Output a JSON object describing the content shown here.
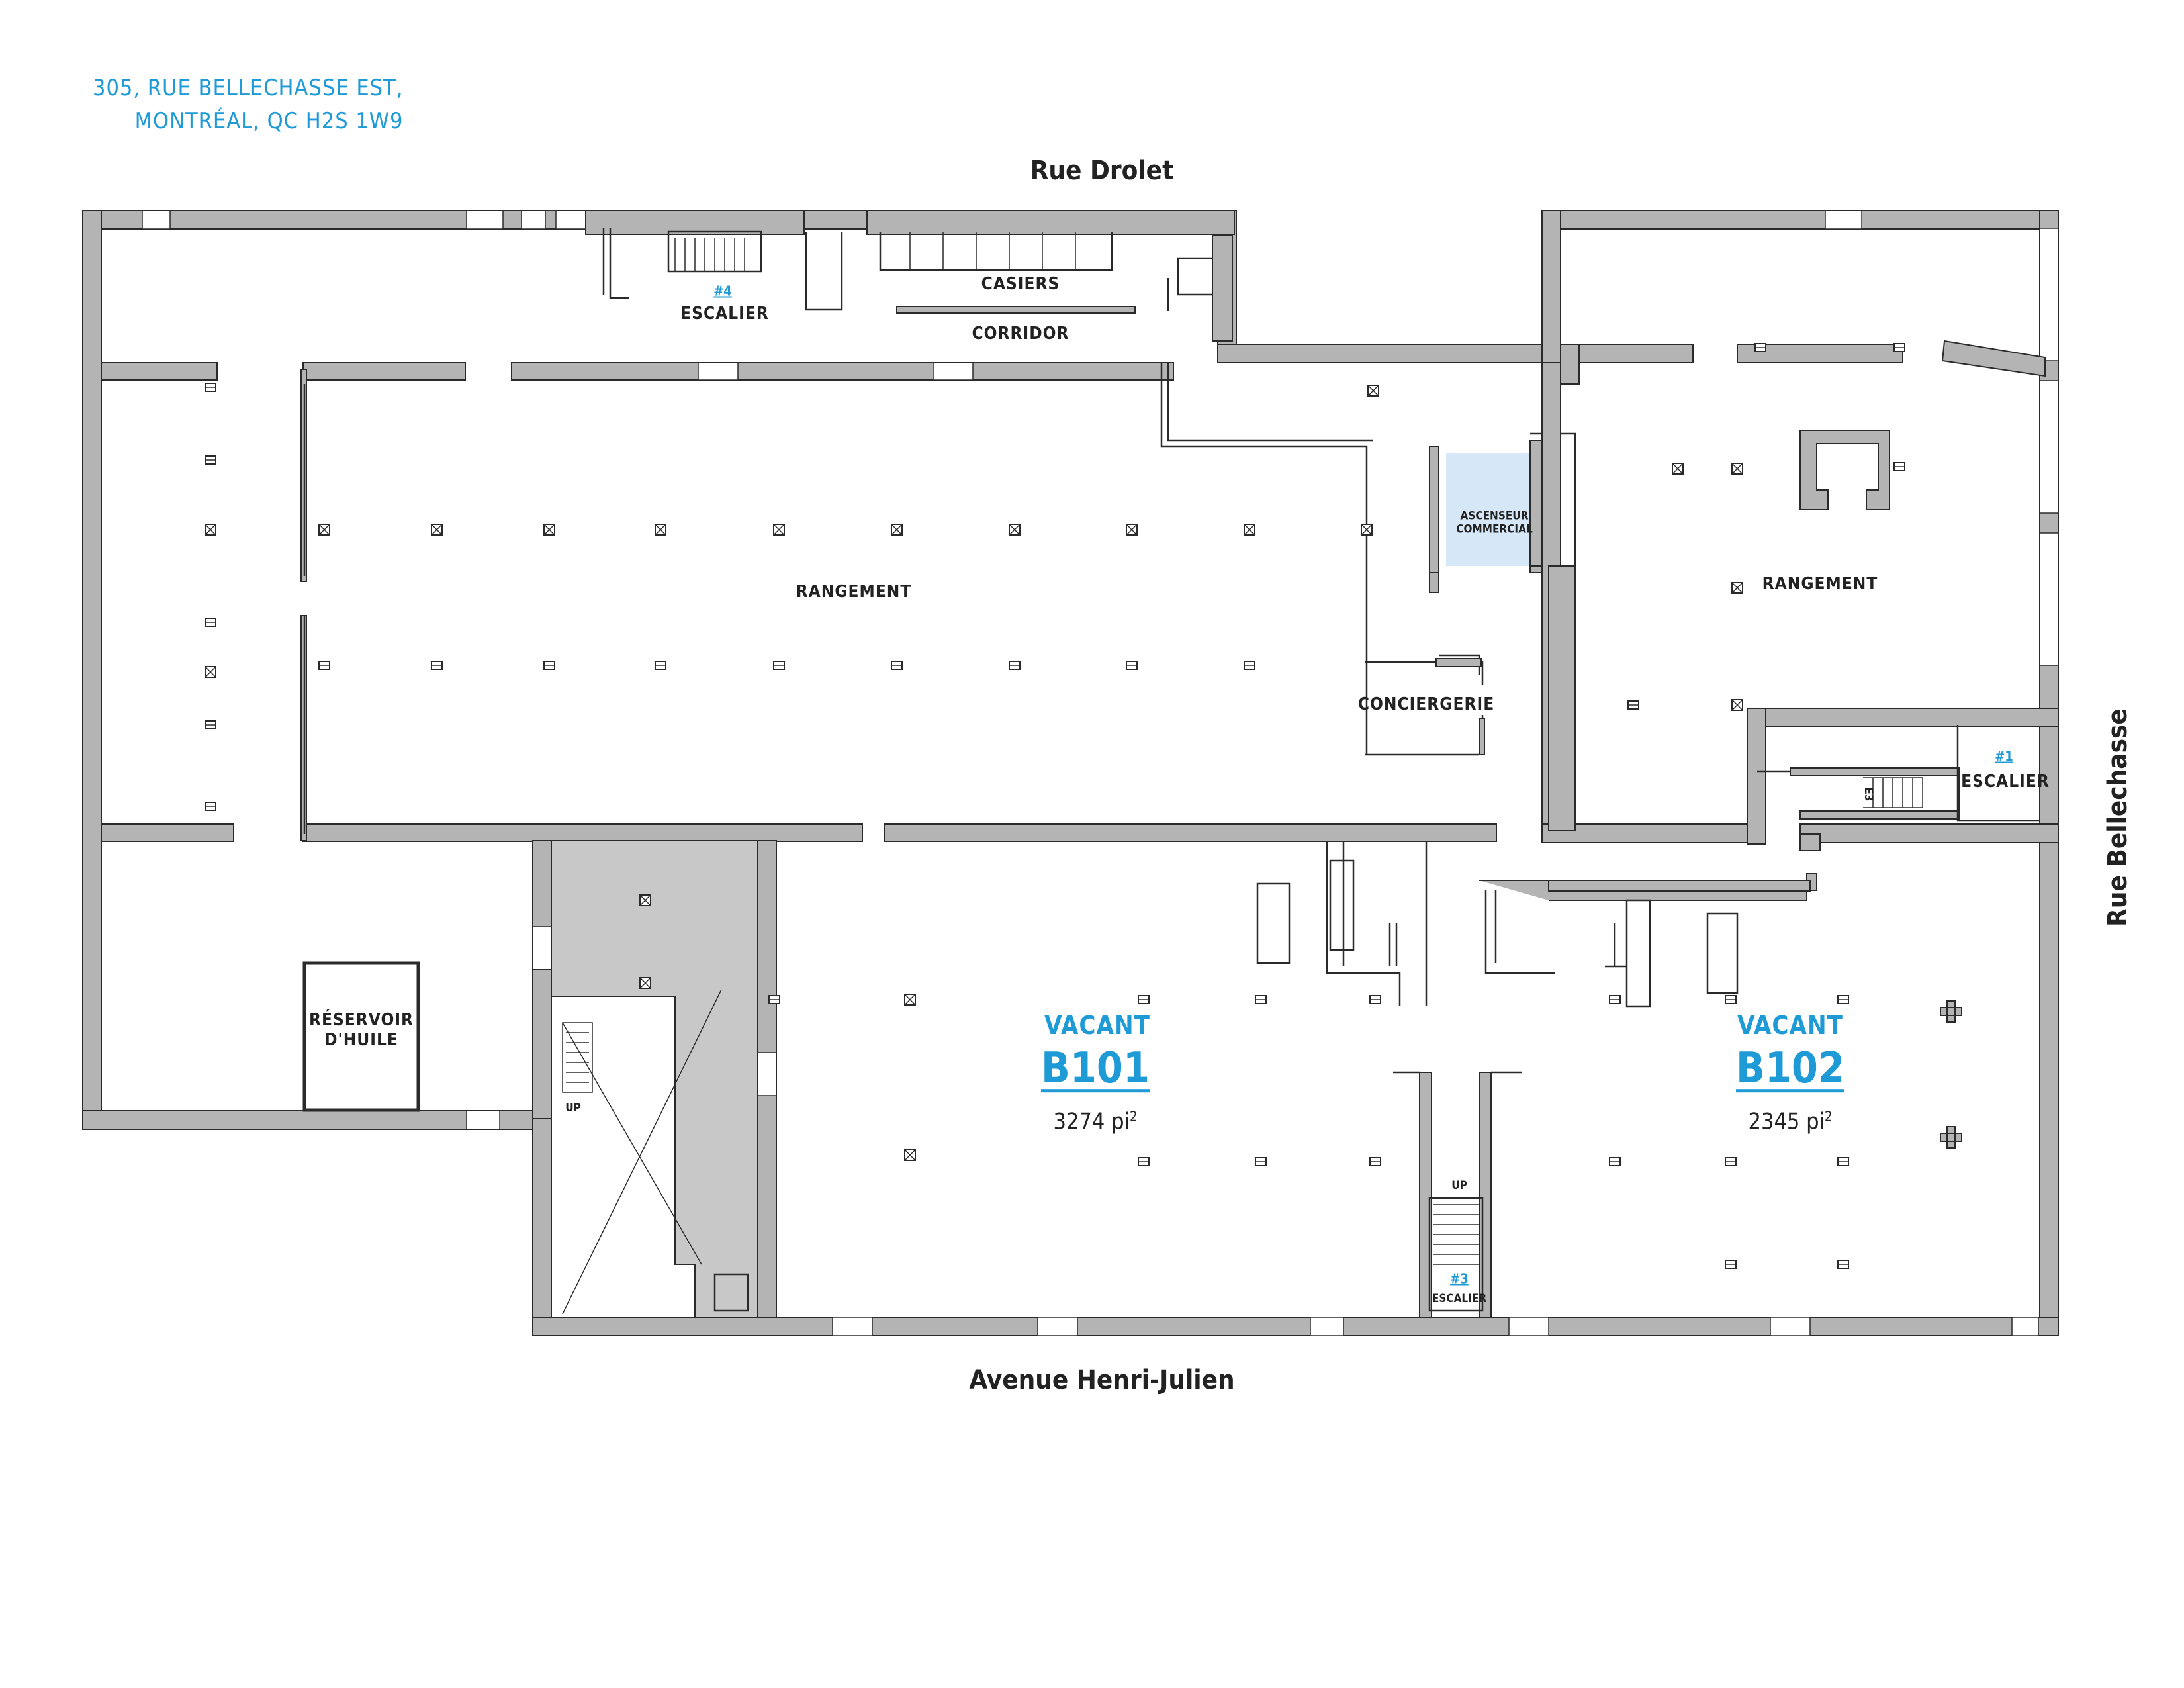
{
  "address": {
    "line1": "305, RUE BELLECHASSE EST,",
    "line2": "MONTRÉAL, QC H2S 1W9"
  },
  "streets": {
    "north": "Rue Drolet",
    "south": "Avenue Henri-Julien",
    "east": "Rue Bellechasse"
  },
  "rooms": {
    "stair4_num": "#4",
    "stair4_label": "ESCALIER",
    "casiers": "CASIERS",
    "corridor": "CORRIDOR",
    "rangement_west": "RANGEMENT",
    "rangement_east": "RANGEMENT",
    "elevator_line1": "ASCENSEUR",
    "elevator_line2": "COMMERCIAL",
    "conciergerie": "CONCIERGERIE",
    "stair1_num": "#1",
    "stair1_label": "ESCALIER",
    "reservoir_line1": "RÉSERVOIR",
    "reservoir_line2": "D'HUILE",
    "stair3_num": "#3",
    "stair3_label": "ESCALIER",
    "up_left": "UP",
    "up_center": "UP",
    "stair_e3": "E3"
  },
  "suites": [
    {
      "status": "VACANT",
      "id": "B101",
      "area": "3274 pi",
      "unit_sup": "2"
    },
    {
      "status": "VACANT",
      "id": "B102",
      "area": "2345 pi",
      "unit_sup": "2"
    }
  ],
  "colors": {
    "wall": "#b4b4b4",
    "wall_stroke": "#2a2a2a",
    "accent": "#1e9ad6",
    "elevator_fill": "#d6e8f7",
    "shaft_fill": "#c8c8c8"
  }
}
